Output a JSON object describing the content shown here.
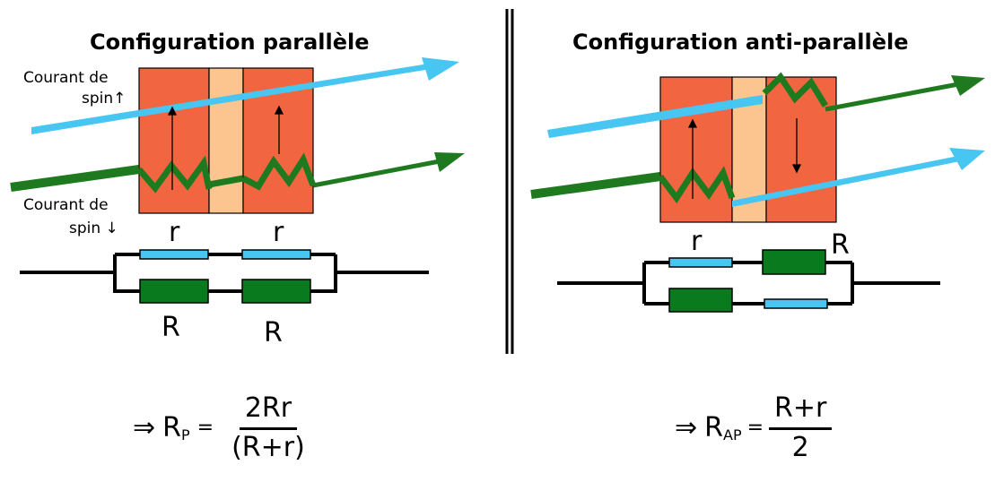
{
  "left_panel": {
    "title": "Configuration   parallèle",
    "label_spin_up_1": "Courant de",
    "label_spin_up_2": "spin↑",
    "label_spin_down_1": "Courant de",
    "label_spin_down_2": "spin ↓",
    "r_label_1": "r",
    "r_label_2": "r",
    "R_label_1": "R",
    "R_label_2": "R"
  },
  "right_panel": {
    "title": "Configuration   anti-parallèle",
    "r_label": "r",
    "R_label": "R"
  },
  "formula_left": {
    "arrow": "⇒",
    "symbol": "R",
    "subscript": "P",
    "equals": "=",
    "numerator": "2Rr",
    "denominator": "(R+r)"
  },
  "formula_right": {
    "arrow": "⇒",
    "symbol": "R",
    "subscript": "AP",
    "equals": "=",
    "numerator": "R+r",
    "denominator": "2"
  },
  "colors": {
    "layer_dark": "#f26541",
    "layer_light": "#fcc58f",
    "spin_up_current": "#47c6f2",
    "spin_down_current": "#1f7a1f",
    "resistor_green": "#0a7a1e"
  }
}
